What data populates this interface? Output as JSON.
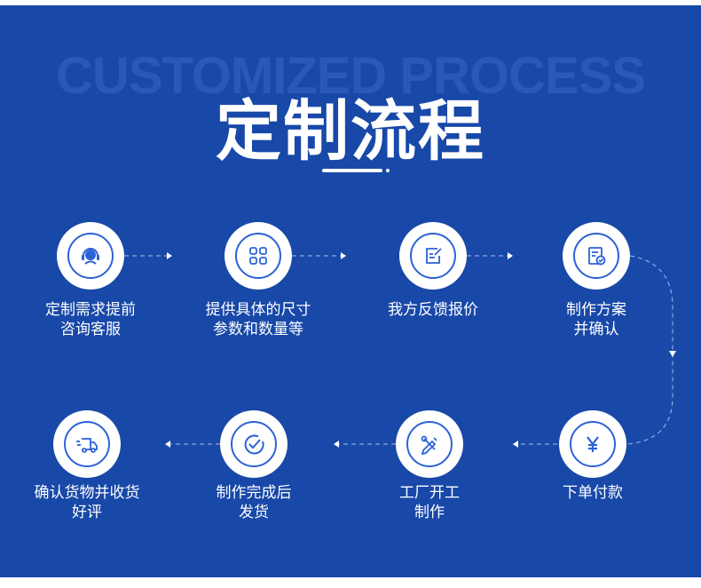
{
  "header": {
    "background_word": "CUSTOMIZED PROCESS",
    "title": "定制流程"
  },
  "colors": {
    "panel": "#1848a8",
    "accent": "#2d62d6",
    "text": "#ffffff"
  },
  "steps": [
    {
      "icon": "headset-icon",
      "label_line1": "定制需求提前",
      "label_line2": "咨询客服"
    },
    {
      "icon": "grid-icon",
      "label_line1": "提供具体的尺寸",
      "label_line2": "参数和数量等"
    },
    {
      "icon": "edit-note-icon",
      "label_line1": "我方反馈报价",
      "label_line2": ""
    },
    {
      "icon": "document-check-icon",
      "label_line1": "制作方案",
      "label_line2": "并确认"
    },
    {
      "icon": "yen-icon",
      "label_line1": "下单付款",
      "label_line2": ""
    },
    {
      "icon": "tools-icon",
      "label_line1": "工厂开工",
      "label_line2": "制作"
    },
    {
      "icon": "checkmark-icon",
      "label_line1": "制作完成后",
      "label_line2": "发货"
    },
    {
      "icon": "delivery-truck-icon",
      "label_line1": "确认货物并收货",
      "label_line2": "好评"
    }
  ]
}
